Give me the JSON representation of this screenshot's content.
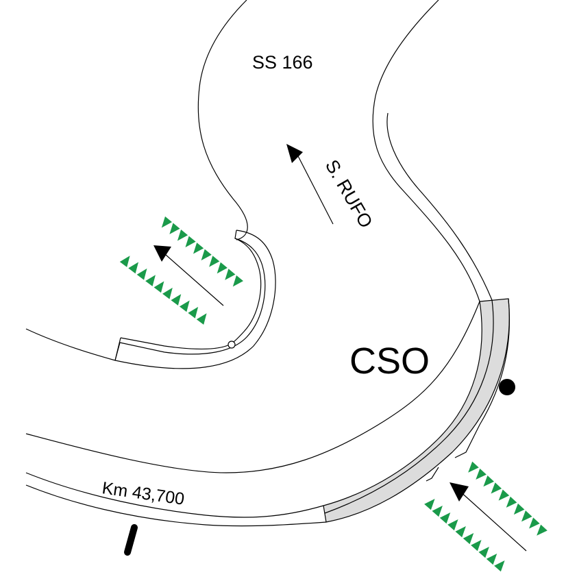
{
  "diagram": {
    "labels": {
      "road": "SS 166",
      "direction": "S. RUFO",
      "center": "CSO",
      "km": "Km 43,700"
    },
    "colors": {
      "road_line": "#000000",
      "shoulder_fill": "#dcdcdc",
      "vegetation": "#1a9a4a",
      "arrow": "#000000",
      "background": "#ffffff"
    },
    "icons": {
      "vegetation": "triangle-row-icon",
      "arrow": "arrow-icon",
      "marker": "dot-marker-icon",
      "post": "post-icon"
    }
  }
}
